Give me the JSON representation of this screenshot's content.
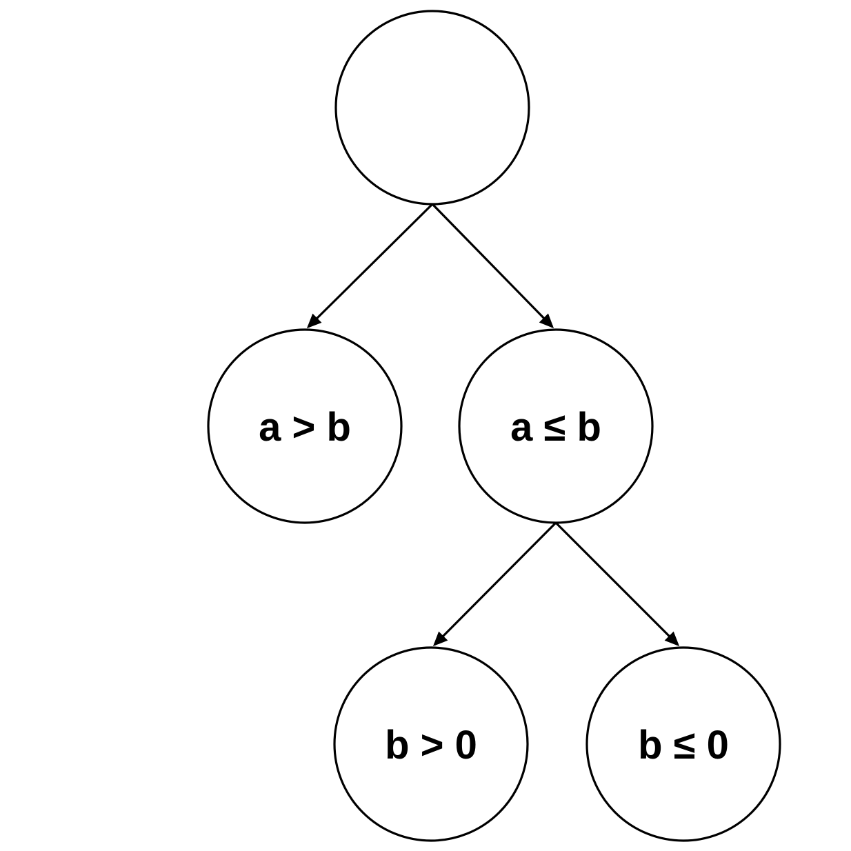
{
  "diagram": {
    "type": "binary-decision-tree",
    "colors": {
      "background": "#ffffff",
      "stroke": "#000000",
      "text": "#000000"
    },
    "nodes": {
      "root": {
        "label": ""
      },
      "left": {
        "label": "a > b"
      },
      "right": {
        "label": "a ≤ b"
      },
      "bottom_left": {
        "label": "b > 0"
      },
      "bottom_right": {
        "label": "b ≤ 0"
      }
    },
    "edges": [
      {
        "from": "root",
        "to": "left"
      },
      {
        "from": "root",
        "to": "right"
      },
      {
        "from": "right",
        "to": "bottom_left"
      },
      {
        "from": "right",
        "to": "bottom_right"
      }
    ]
  }
}
